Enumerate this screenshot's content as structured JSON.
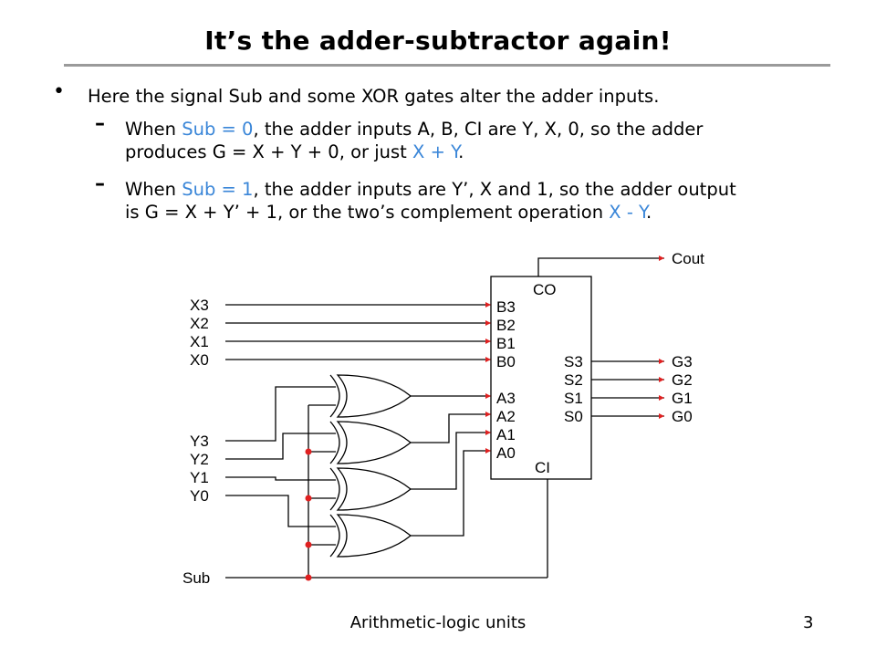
{
  "slide": {
    "title": "It’s the adder-subtractor again!",
    "bullet": "Here the signal Sub and some XOR gates alter the adder inputs.",
    "sub1": {
      "l1a": "When ",
      "l1b": "Sub = 0",
      "l1c": ", the adder inputs A, B, CI are Y, X, 0, so the adder",
      "l2a": "produces G = X + Y + 0, or just ",
      "l2b": "X + Y",
      "l2c": "."
    },
    "sub2": {
      "l1a": "When ",
      "l1b": "Sub = 1",
      "l1c": ", the adder inputs are Y’, X and 1, so the adder output",
      "l2a": "is  G = X + Y’ + 1, or the two’s complement operation ",
      "l2b": "X - Y",
      "l2c": "."
    },
    "footer": "Arithmetic-logic units",
    "page": "3"
  },
  "diagram": {
    "x_inputs": [
      "X3",
      "X2",
      "X1",
      "X0"
    ],
    "y_inputs": [
      "Y3",
      "Y2",
      "Y1",
      "Y0"
    ],
    "sub_label": "Sub",
    "cout_label": "Cout",
    "outputs": [
      "G3",
      "G2",
      "G1",
      "G0"
    ],
    "adder": {
      "co": "CO",
      "ci": "CI",
      "b_pins": [
        "B3",
        "B2",
        "B1",
        "B0"
      ],
      "a_pins": [
        "A3",
        "A2",
        "A1",
        "A0"
      ],
      "s_pins": [
        "S3",
        "S2",
        "S1",
        "S0"
      ]
    },
    "colors": {
      "wire_end": "#e02020",
      "junction": "#e02020",
      "highlight": "#3a86d8"
    }
  }
}
